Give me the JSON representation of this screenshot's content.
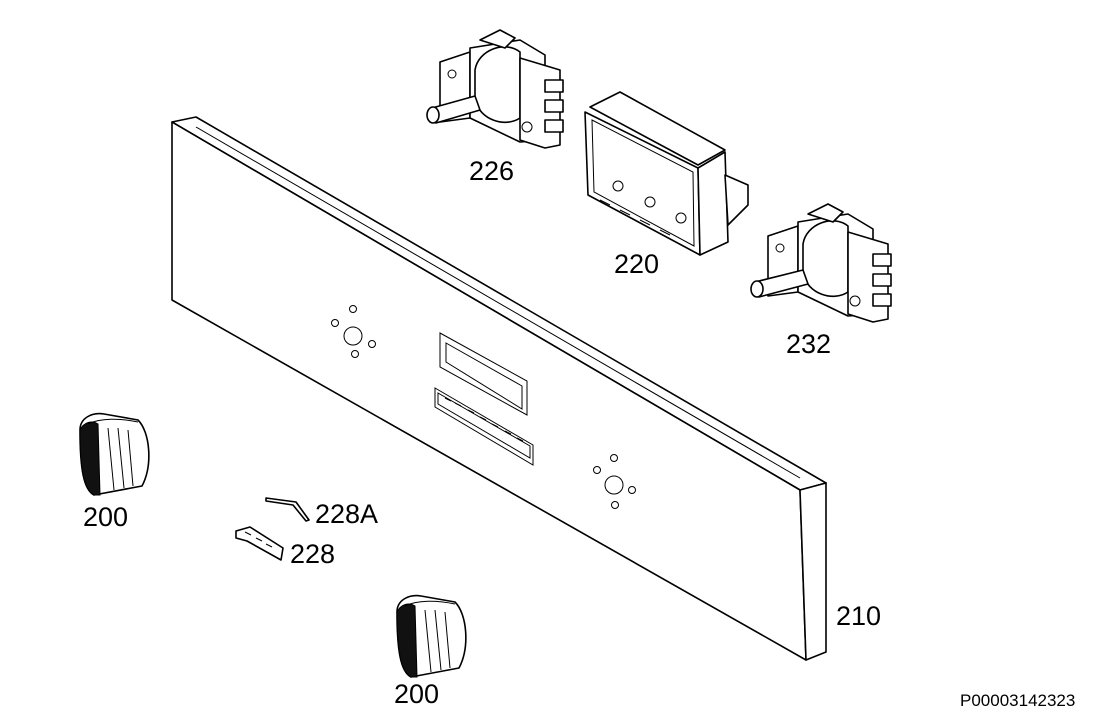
{
  "parts": [
    {
      "id": "part-226",
      "label": "226"
    },
    {
      "id": "part-220",
      "label": "220"
    },
    {
      "id": "part-232",
      "label": "232"
    },
    {
      "id": "part-210",
      "label": "210"
    },
    {
      "id": "part-200-a",
      "label": "200"
    },
    {
      "id": "part-200-b",
      "label": "200"
    },
    {
      "id": "part-228A",
      "label": "228A"
    },
    {
      "id": "part-228",
      "label": "228"
    }
  ],
  "document_id": "P00003142323"
}
